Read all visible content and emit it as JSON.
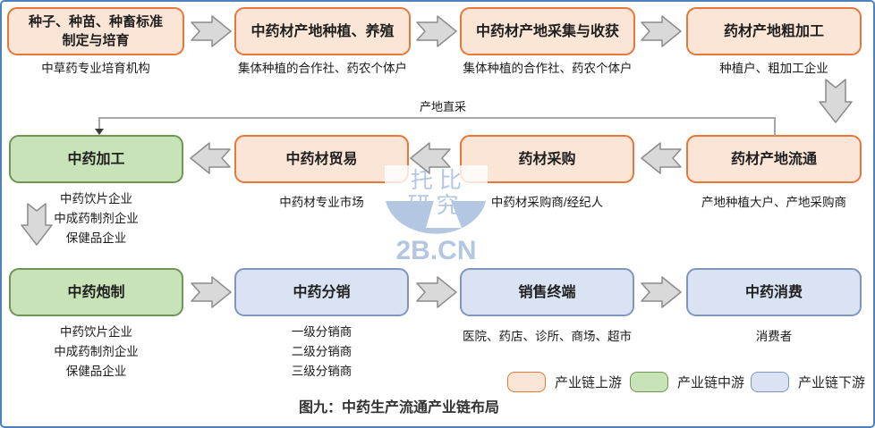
{
  "caption": "图九：中药生产流通产业链布局",
  "connector_label": "产地直采",
  "watermark": {
    "name": "托比\n研究",
    "domain": "2B.CN"
  },
  "colors": {
    "upstream_fill": "#FBE5D6",
    "upstream_border": "#E8773A",
    "midstream_fill": "#C9E3B8",
    "midstream_border": "#6F9554",
    "downstream_fill": "#DAE3F3",
    "downstream_border": "#8096BE",
    "arrow_fill": "#D9D9D9",
    "arrow_border": "#8C8C8C",
    "frame_border": "#4E80BC",
    "watermark_blue": "#B3C6E2"
  },
  "chain": {
    "row1": [
      {
        "title": "种子、种苗、种畜标准\n制定与培育",
        "sub": "中草药专业培育机构",
        "tier": "upstream"
      },
      {
        "title": "中药材产地种植、养殖",
        "sub": "集体种植的合作社、药农个体户",
        "tier": "upstream"
      },
      {
        "title": "中药材产地采集与收获",
        "sub": "集体种植的合作社、药农个体户",
        "tier": "upstream"
      },
      {
        "title": "药材产地粗加工",
        "sub": "种植户、粗加工企业",
        "tier": "upstream"
      }
    ],
    "row2": [
      {
        "title": "中药加工",
        "sub": "中药饮片企业\n中成药制剂企业\n保健品企业",
        "tier": "midstream"
      },
      {
        "title": "中药材贸易",
        "sub": "中药材专业市场",
        "tier": "upstream"
      },
      {
        "title": "药材采购",
        "sub": "中药材采购商/经纪人",
        "tier": "upstream"
      },
      {
        "title": "药材产地流通",
        "sub": "产地种植大户、产地采购商",
        "tier": "upstream"
      }
    ],
    "row3": [
      {
        "title": "中药炮制",
        "sub": "中药饮片企业\n中成药制剂企业\n保健品企业",
        "tier": "midstream"
      },
      {
        "title": "中药分销",
        "sub": "一级分销商\n二级分销商\n三级分销商",
        "tier": "downstream"
      },
      {
        "title": "销售终端",
        "sub": "医院、药店、诊所、商场、超市",
        "tier": "downstream"
      },
      {
        "title": "中药消费",
        "sub": "消费者",
        "tier": "downstream"
      }
    ]
  },
  "legend": [
    {
      "label": "产业链上游",
      "tier": "upstream"
    },
    {
      "label": "产业链中游",
      "tier": "midstream"
    },
    {
      "label": "产业链下游",
      "tier": "downstream"
    }
  ]
}
